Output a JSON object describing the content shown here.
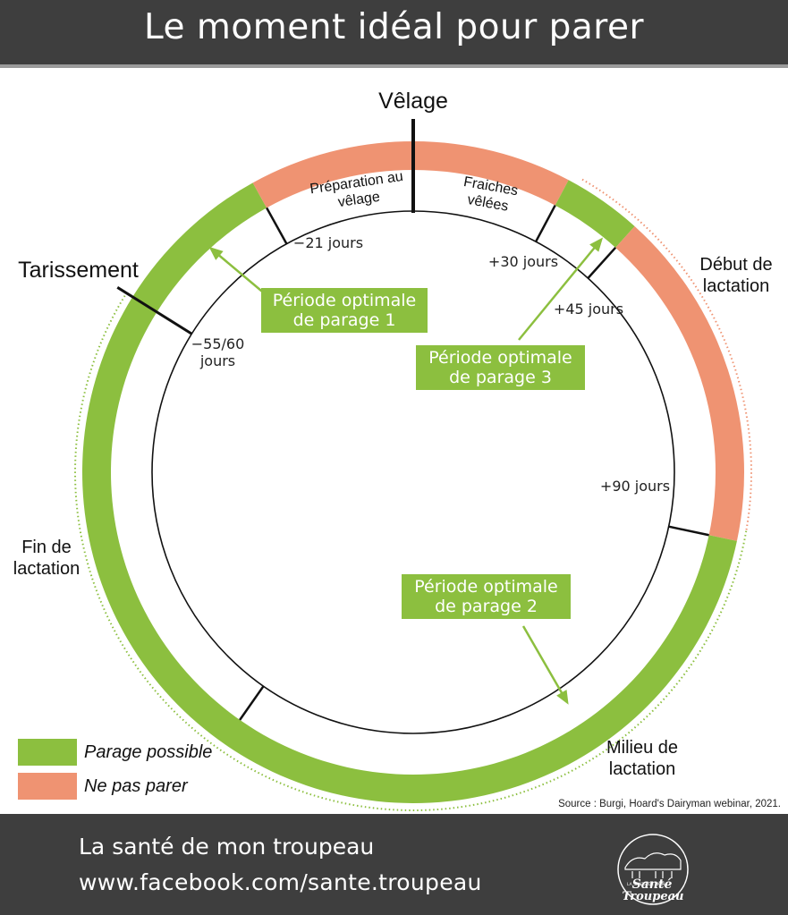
{
  "title": "Le moment idéal pour parer",
  "colors": {
    "possible": "#8cbf3f",
    "no_trim": "#ef9372",
    "dark": "#3e3e3e"
  },
  "phases": {
    "velage": "Vêlage",
    "tarissement": "Tarissement",
    "debut_lactation": "Début de lactation",
    "fin_lactation": "Fin de lactation",
    "milieu_lactation": "Milieu de lactation"
  },
  "segments": {
    "preparation": "Préparation au vêlage",
    "fraiches": "Fraiches vêlées"
  },
  "days": {
    "minus21": "−21 jours",
    "minus55": "−55/60 jours",
    "plus30": "+30 jours",
    "plus45": "+45 jours",
    "plus90": "+90 jours"
  },
  "optimal": {
    "p1": "Période optimale de parage 1",
    "p2": "Période optimale de parage 2",
    "p3": "Période optimale de parage 3"
  },
  "legend": {
    "possible": "Parage possible",
    "no_trim": "Ne pas parer"
  },
  "source": "Source : Burgi, Hoard's Dairyman webinar, 2021.",
  "footer": {
    "line1": "La santé de mon troupeau",
    "line2": "www.facebook.com/sante.troupeau"
  },
  "logo": {
    "small_text": "LA SANTÉ DE MON",
    "line1": "Santé",
    "line2": "Troupeau"
  }
}
